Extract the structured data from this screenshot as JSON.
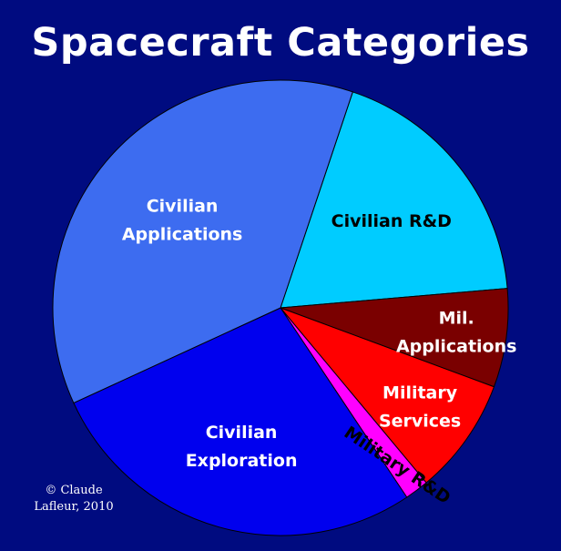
{
  "chart_data": {
    "type": "pie",
    "title": "Spacecraft Categories",
    "slices": [
      {
        "label_lines": [
          "Civilian R&D"
        ],
        "value": 18.5,
        "color": "#00ccff",
        "text_color": "#000000"
      },
      {
        "label_lines": [
          "Mil.",
          "Applications"
        ],
        "value": 7.0,
        "color": "#7a0000",
        "text_color": "#ffffff"
      },
      {
        "label_lines": [
          "Military",
          "Services"
        ],
        "value": 8.3,
        "color": "#ff0000",
        "text_color": "#ffffff"
      },
      {
        "label_lines": [
          "Military R&D"
        ],
        "value": 1.7,
        "color": "#ff00ff",
        "text_color": "#000000"
      },
      {
        "label_lines": [
          "Civilian",
          "Exploration"
        ],
        "value": 27.5,
        "color": "#0000ee",
        "text_color": "#ffffff"
      },
      {
        "label_lines": [
          "Civilian",
          "Applications"
        ],
        "value": 37.0,
        "color": "#3d6cf0",
        "text_color": "#ffffff"
      }
    ],
    "start_angle_deg": -71.5,
    "legend": "none"
  },
  "copyright": [
    "© Claude",
    "Lafleur, 2010"
  ]
}
